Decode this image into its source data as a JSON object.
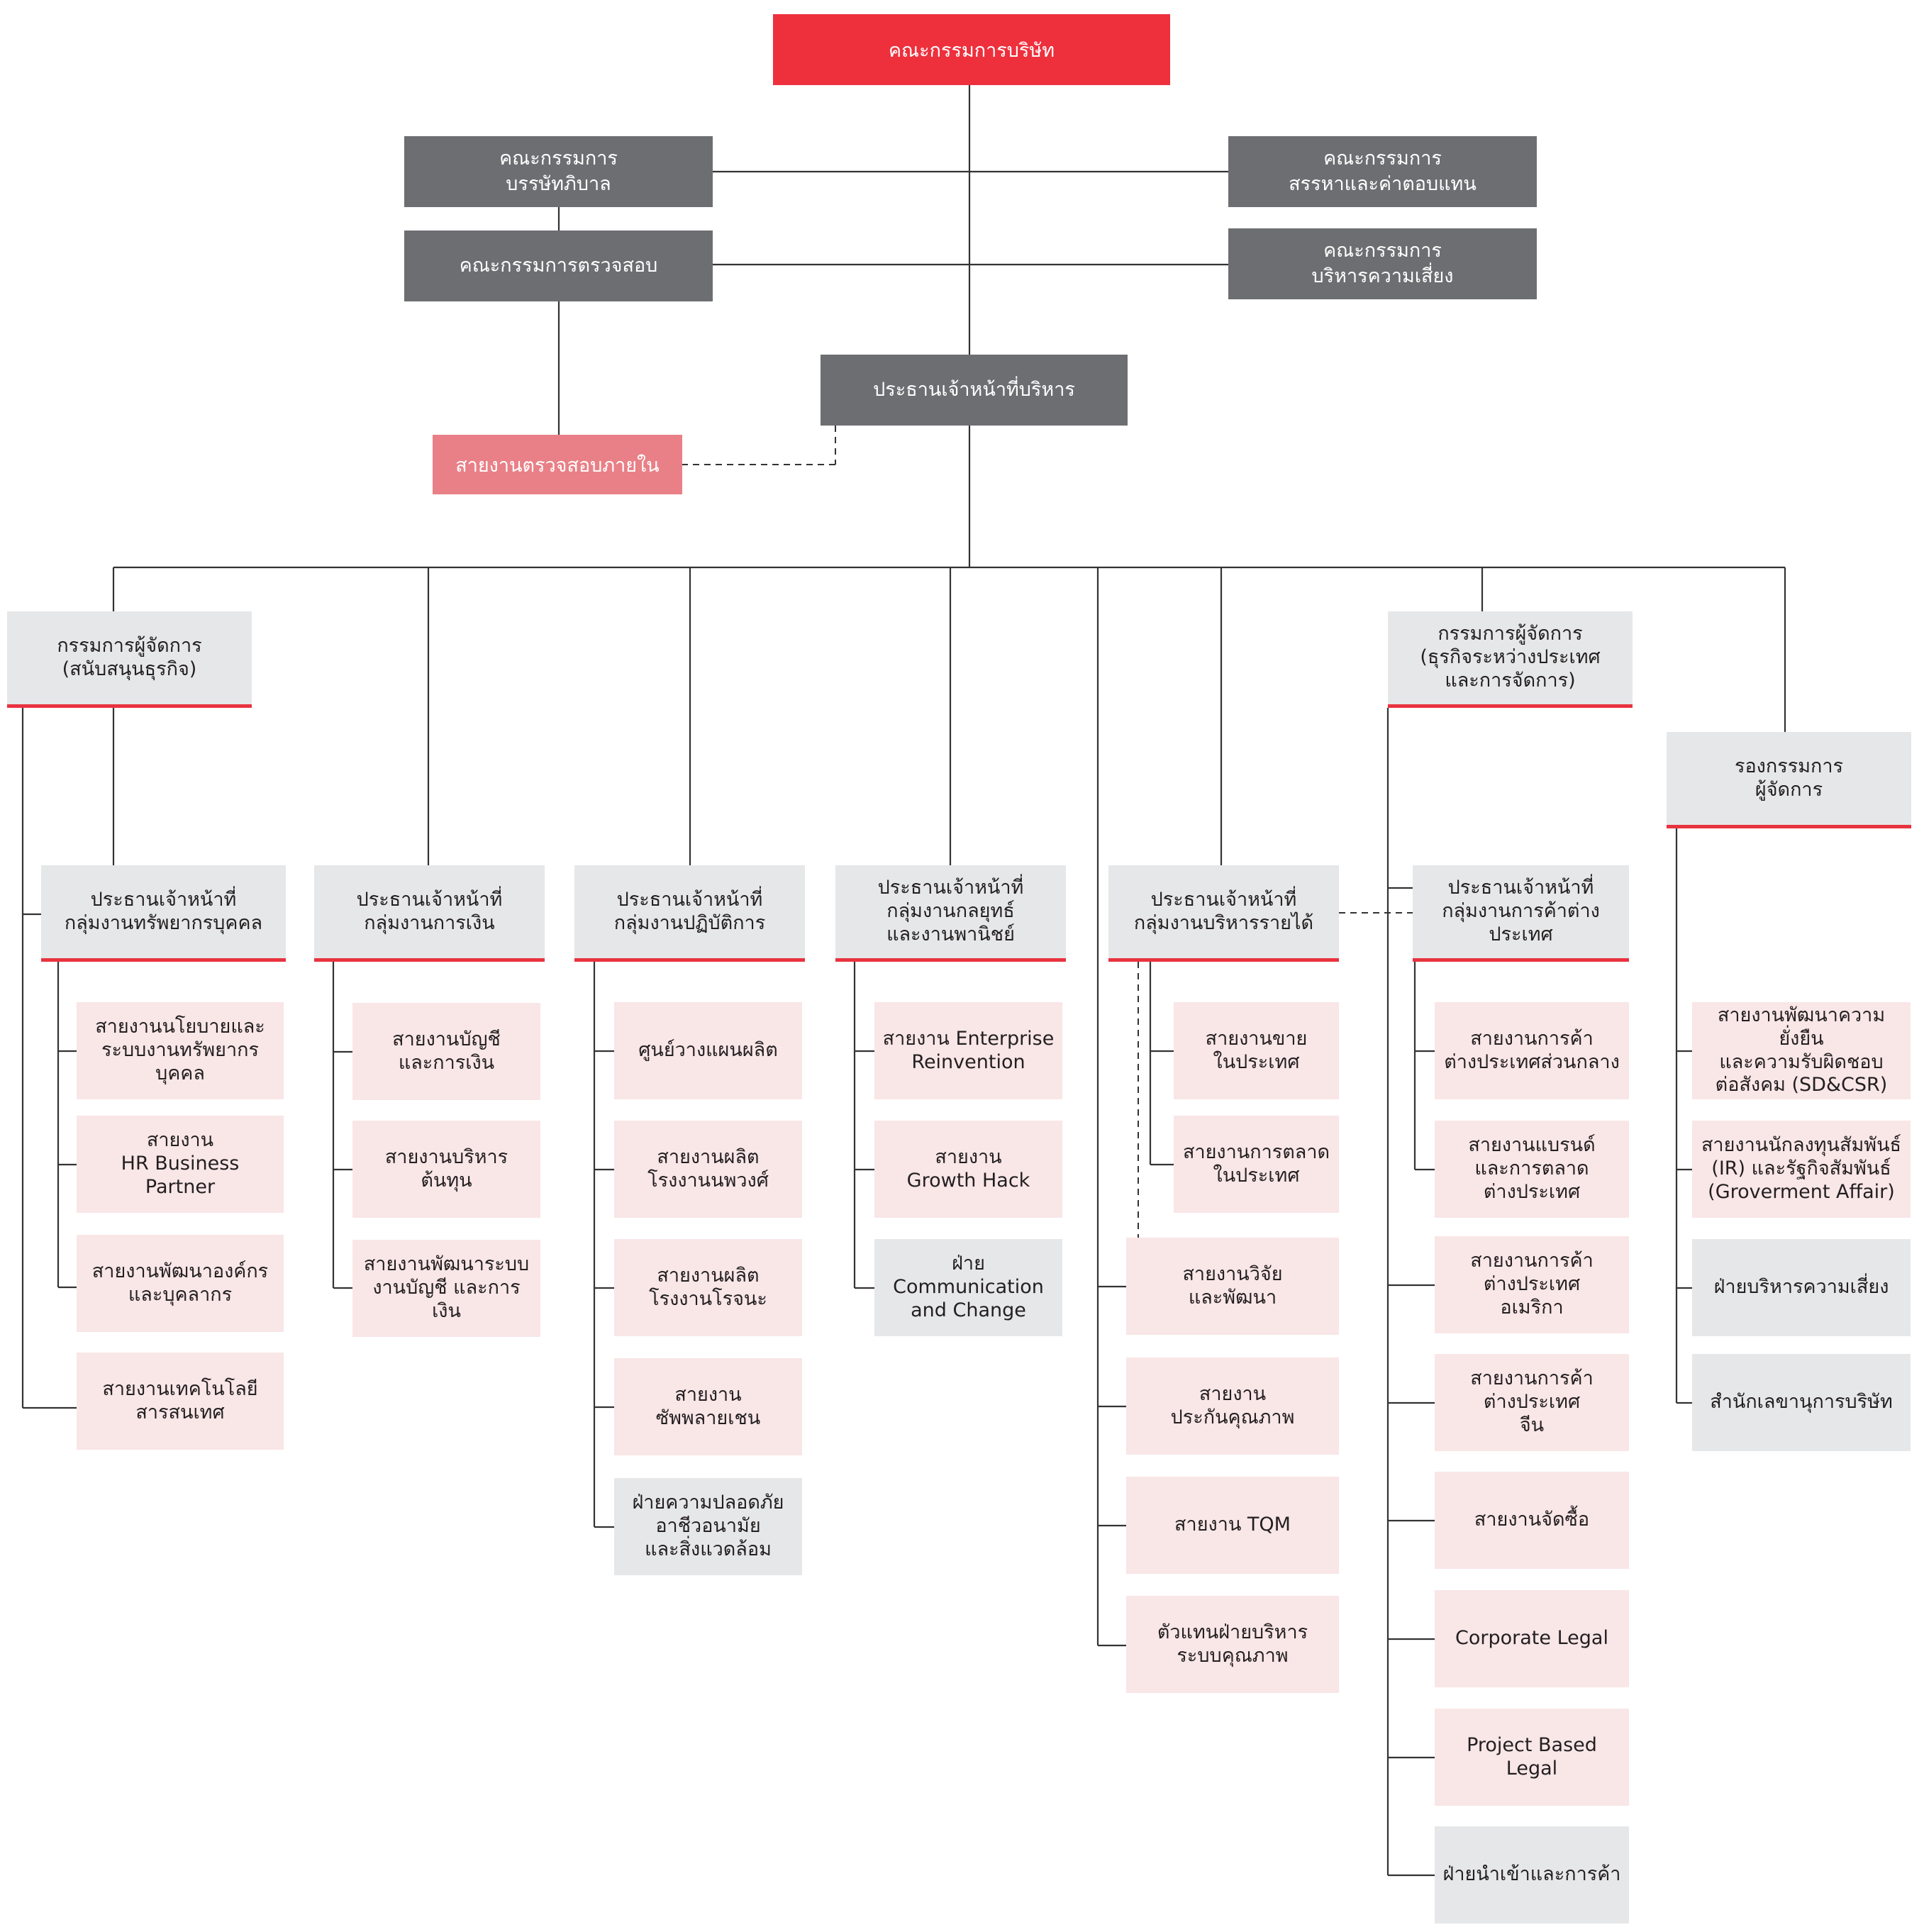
{
  "board": "คณะกรรมการบริษัท",
  "committees": {
    "governance": "คณะกรรมการ\nบรรษัทภิบาล",
    "audit": "คณะกรรมการตรวจสอบ",
    "nomination": "คณะกรรมการ\nสรรหาและค่าตอบแทน",
    "risk": "คณะกรรมการ\nบริหารความเสี่ยง"
  },
  "ceo": "ประธานเจ้าหน้าที่บริหาร",
  "internal_audit": "สายงานตรวจสอบภายใน",
  "managing_directors": {
    "business_support": "กรรมการผู้จัดการ\n(สนับสนุนธุรกิจ)",
    "international": "กรรมการผู้จัดการ\n(ธุรกิจระหว่างประเทศ\nและการจัดการ)",
    "deputy": "รองกรรมการ\nผู้จัดการ"
  },
  "chiefs": {
    "hr": "ประธานเจ้าหน้าที่\nกลุ่มงานทรัพยากรบุคคล",
    "finance": "ประธานเจ้าหน้าที่\nกลุ่มงานการเงิน",
    "operations": "ประธานเจ้าหน้าที่\nกลุ่มงานปฏิบัติการ",
    "strategy": "ประธานเจ้าหน้าที่\nกลุ่มงานกลยุทธ์\nและงานพานิชย์",
    "revenue": "ประธานเจ้าหน้าที่\nกลุ่มงานบริหารรายได้",
    "foreign_trade": "ประธานเจ้าหน้าที่\nกลุ่มงานการค้าต่างประเทศ"
  },
  "units": {
    "hr": [
      "สายงานนโยบายและ\nระบบงานทรัพยากรบุคคล",
      "สายงาน\nHR Business\nPartner",
      "สายงานพัฒนาองค์กร\nและบุคลากร",
      "สายงานเทคโนโลยี\nสารสนเทศ"
    ],
    "finance": [
      "สายงานบัญชี\nและการเงิน",
      "สายงานบริหาร\nต้นทุน",
      "สายงานพัฒนาระบบ\nงานบัญชี และการเงิน"
    ],
    "operations": [
      "ศูนย์วางแผนผลิต",
      "สายงานผลิต\nโรงงานนพวงศ์",
      "สายงานผลิต\nโรงงานโรจนะ",
      "สายงาน\nซัพพลายเชน",
      "ฝ่ายความปลอดภัย\nอาชีวอนามัย\nและสิ่งแวดล้อม"
    ],
    "strategy": [
      "สายงาน Enterprise\nReinvention",
      "สายงาน\nGrowth Hack",
      "ฝ่าย\nCommunication\nand Change"
    ],
    "revenue_sub": [
      "สายงานขาย\nในประเทศ",
      "สายงานการตลาด\nในประเทศ"
    ],
    "revenue_direct": [
      "สายงานวิจัย\nและพัฒนา",
      "สายงาน\nประกันคุณภาพ",
      "สายงาน TQM",
      "ตัวแทนฝ่ายบริหาร\nระบบคุณภาพ"
    ],
    "foreign_trade_sub": [
      "สายงานการค้า\nต่างประเทศส่วนกลาง",
      "สายงานแบรนด์\nและการตลาด\nต่างประเทศ"
    ],
    "international_direct": [
      "สายงานการค้า\nต่างประเทศ\nอเมริกา",
      "สายงานการค้า\nต่างประเทศ\nจีน",
      "สายงานจัดซื้อ",
      "Corporate Legal",
      "Project Based\nLegal",
      "ฝ่ายนำเข้าและการค้า"
    ],
    "deputy": [
      "สายงานพัฒนาความยั่งยืน\nและความรับผิดชอบ\nต่อสังคม (SD&CSR)",
      "สายงานนักลงทุนสัมพันธ์\n(IR) และรัฐกิจสัมพันธ์\n(Groverment Affair)",
      "ฝ่ายบริหารความเสี่ยง",
      "สำนักเลขานุการบริษัท"
    ]
  },
  "colors": {
    "board": "#EE303D",
    "committee": "#6D6E71",
    "internal_audit": "#E98087",
    "header": "#E6E7E8",
    "header_underline": "#E8333F",
    "unit": "#F9E6E7",
    "unit_alt": "#E6E7E8",
    "line": "#333333"
  }
}
